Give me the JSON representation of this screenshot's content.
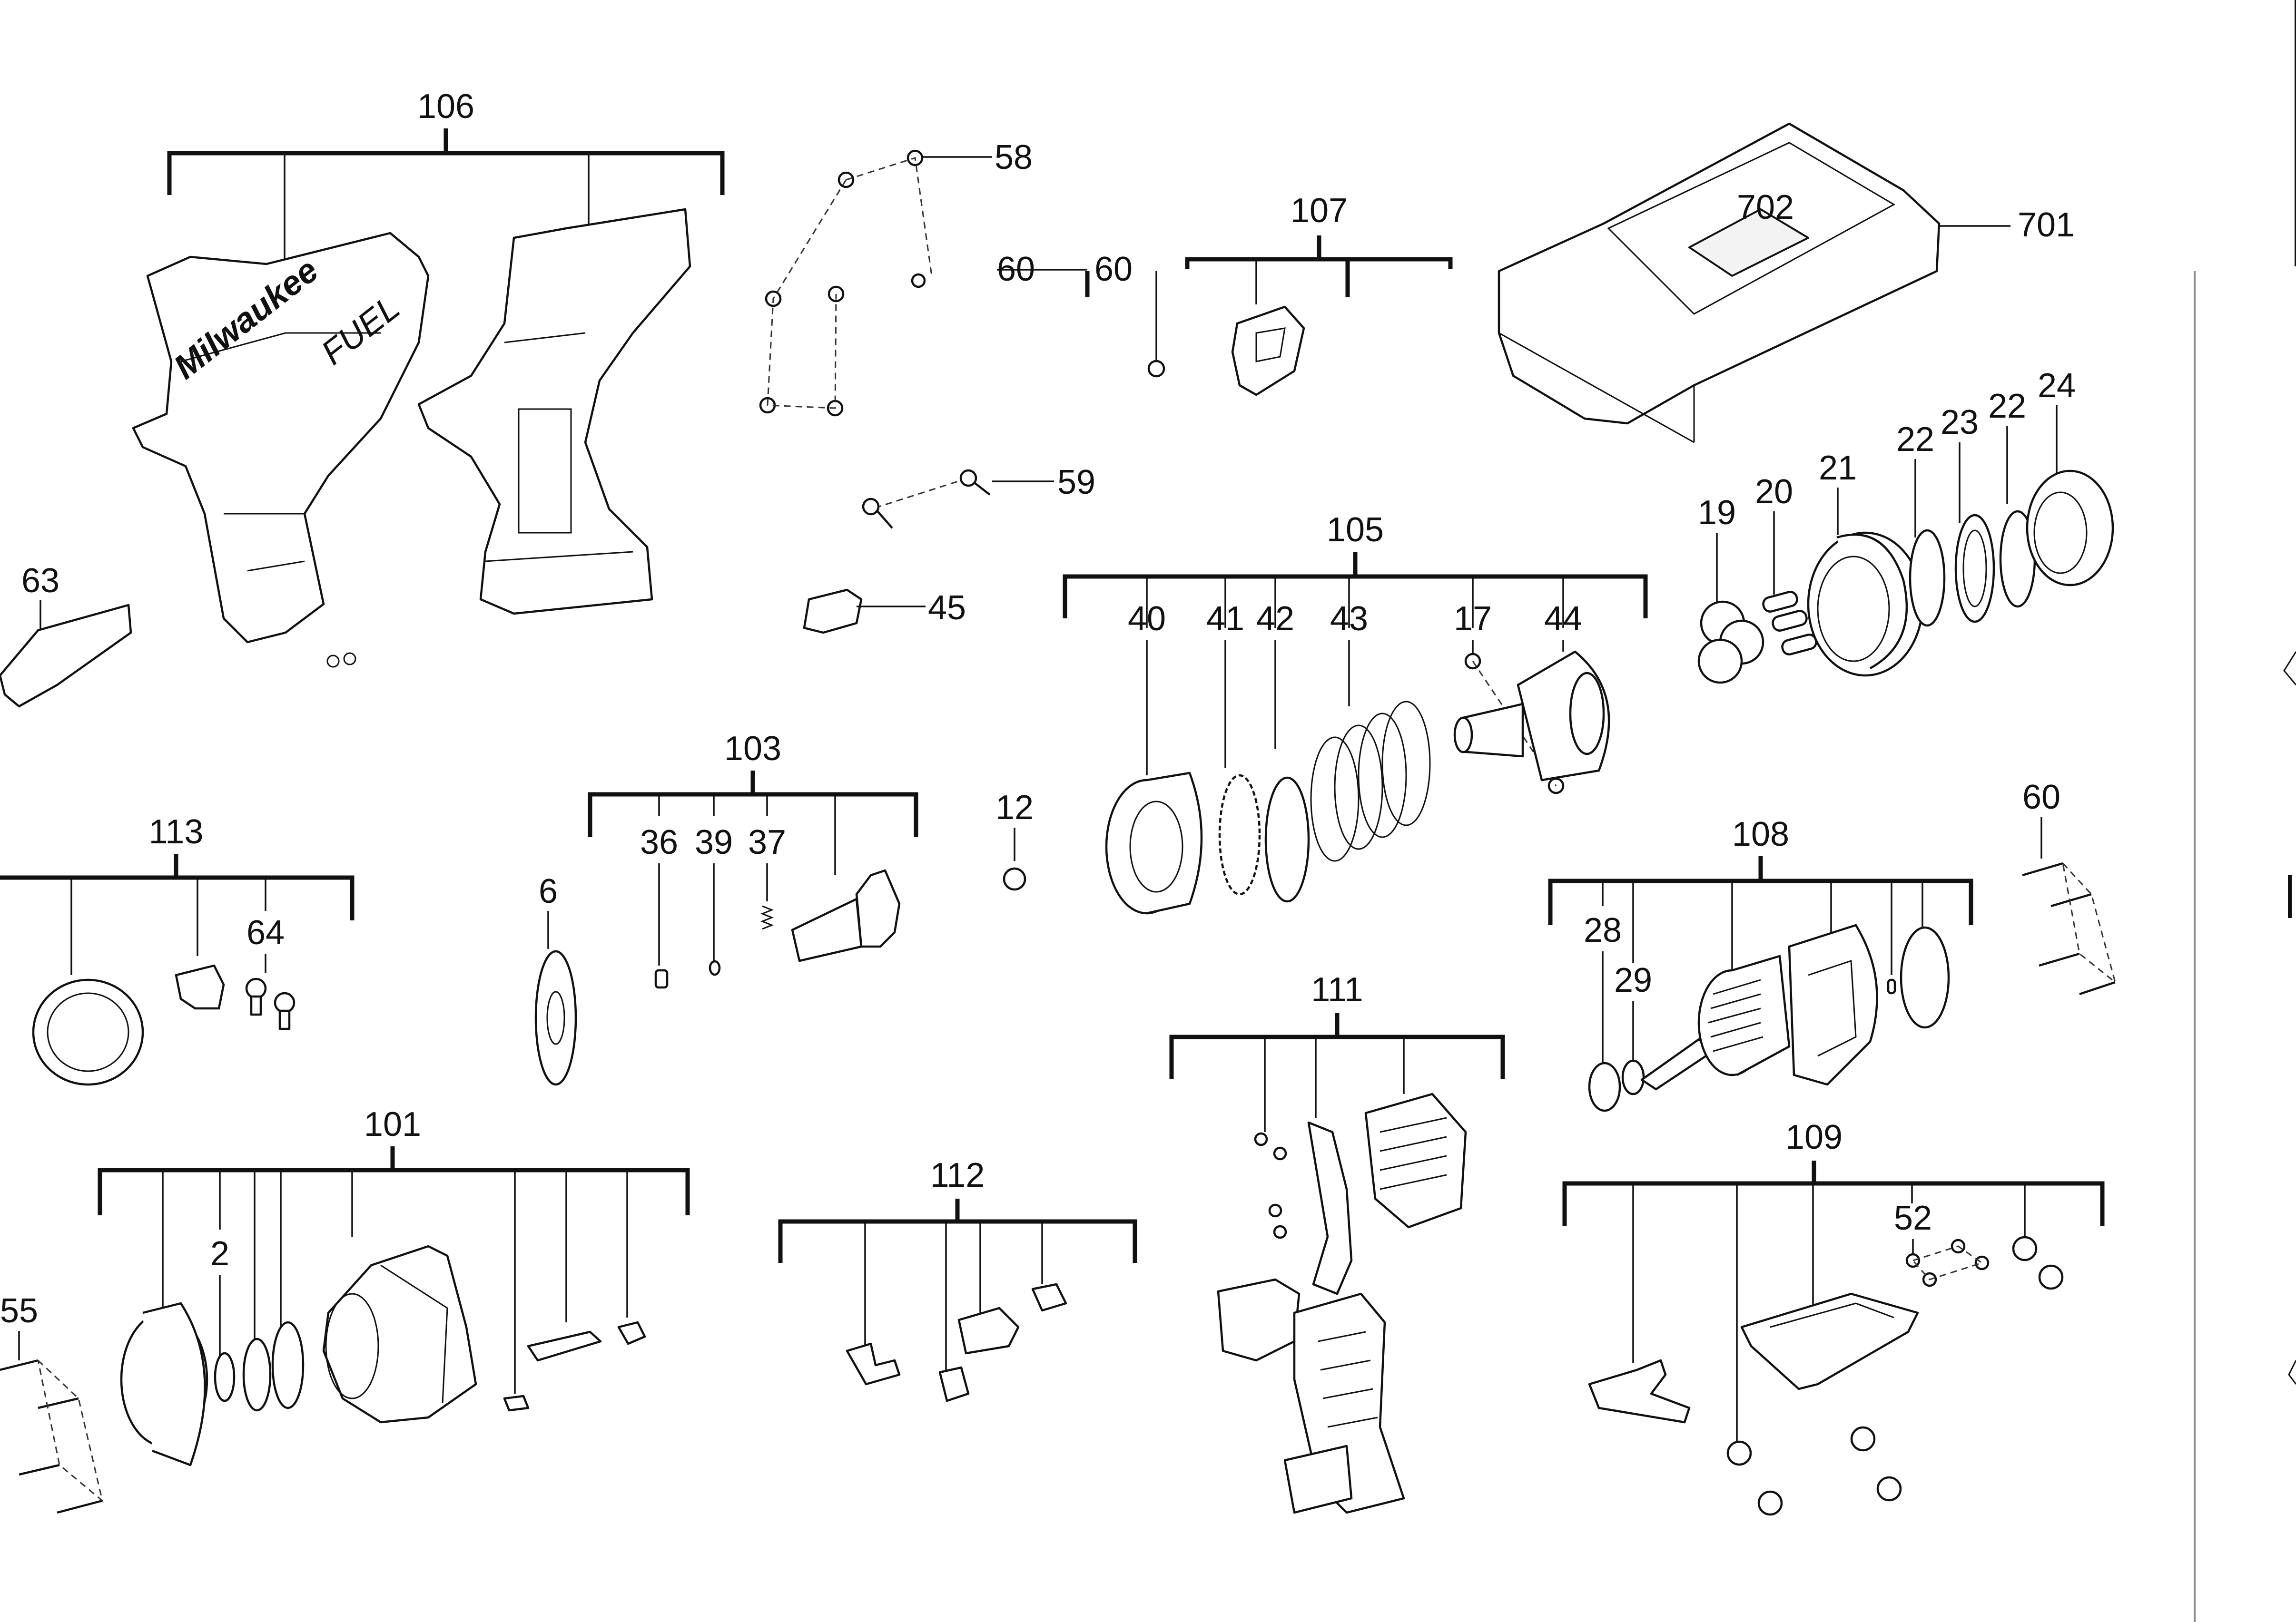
{
  "callouts": {
    "p106": "106",
    "p58": "58",
    "p60a": "60",
    "p60b": "60",
    "p107": "107",
    "p702": "702",
    "p701": "701",
    "p59": "59",
    "p45": "45",
    "p63": "63",
    "p105": "105",
    "p40": "40",
    "p41": "41",
    "p42": "42",
    "p43": "43",
    "p17": "17",
    "p44": "44",
    "p19": "19",
    "p20": "20",
    "p21": "21",
    "p22a": "22",
    "p23": "23",
    "p22b": "22",
    "p24": "24",
    "p113": "113",
    "p64": "64",
    "p103": "103",
    "p36": "36",
    "p39": "39",
    "p37": "37",
    "p6": "6",
    "p12": "12",
    "p108": "108",
    "p28": "28",
    "p29": "29",
    "p60c": "60",
    "p111": "111",
    "p101": "101",
    "p2": "2",
    "p55": "55",
    "p112": "112",
    "p109": "109",
    "p52": "52"
  },
  "brand": {
    "logo_text": "Milwaukee",
    "sub_text": "FUEL"
  }
}
